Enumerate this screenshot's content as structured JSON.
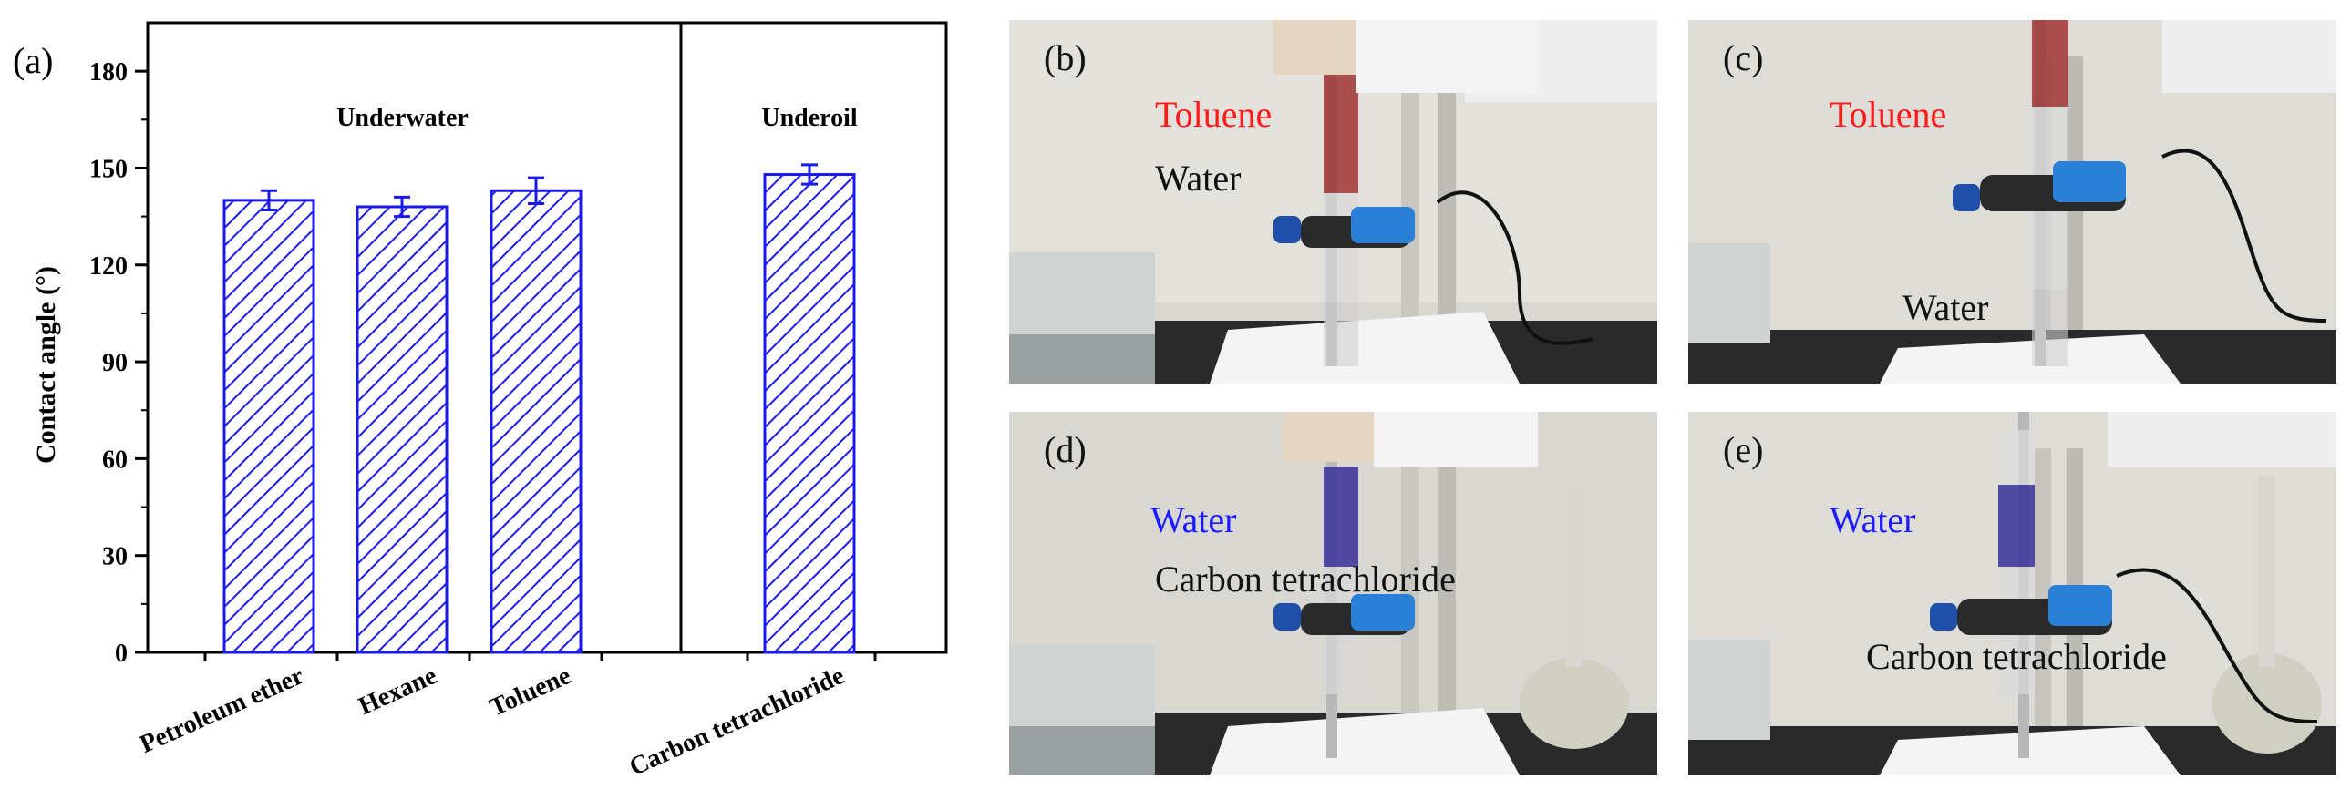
{
  "panel_label": "(a)",
  "chart_data": {
    "type": "bar",
    "categories": [
      "Petroleum ether",
      "Hexane",
      "Toluene",
      "Carbon tetrachloride"
    ],
    "values": [
      140,
      138,
      143,
      148
    ],
    "errors": [
      3,
      3,
      4,
      3
    ],
    "ylabel": "Contact angle (°)",
    "ylim": [
      0,
      195
    ],
    "yticks": [
      "0",
      "30",
      "60",
      "90",
      "120",
      "150",
      "180"
    ],
    "groups": [
      {
        "label": "Underwater",
        "categories": [
          "Petroleum ether",
          "Hexane",
          "Toluene"
        ]
      },
      {
        "label": "Underoil",
        "categories": [
          "Carbon tetrachloride"
        ]
      }
    ],
    "bar_color": "#1a1aee",
    "bar_fill": "diagonal hatch",
    "grid": false
  },
  "photos": [
    {
      "label": "(b)",
      "texts": [
        {
          "text": "Toluene",
          "color": "red"
        },
        {
          "text": "Water",
          "color": "black"
        }
      ]
    },
    {
      "label": "(c)",
      "texts": [
        {
          "text": "Toluene",
          "color": "red"
        },
        {
          "text": "Water",
          "color": "black"
        }
      ]
    },
    {
      "label": "(d)",
      "texts": [
        {
          "text": "Water",
          "color": "blue"
        },
        {
          "text": "Carbon tetrachloride",
          "color": "black"
        }
      ]
    },
    {
      "label": "(e)",
      "texts": [
        {
          "text": "Water",
          "color": "blue"
        },
        {
          "text": "Carbon tetrachloride",
          "color": "black"
        }
      ]
    }
  ]
}
